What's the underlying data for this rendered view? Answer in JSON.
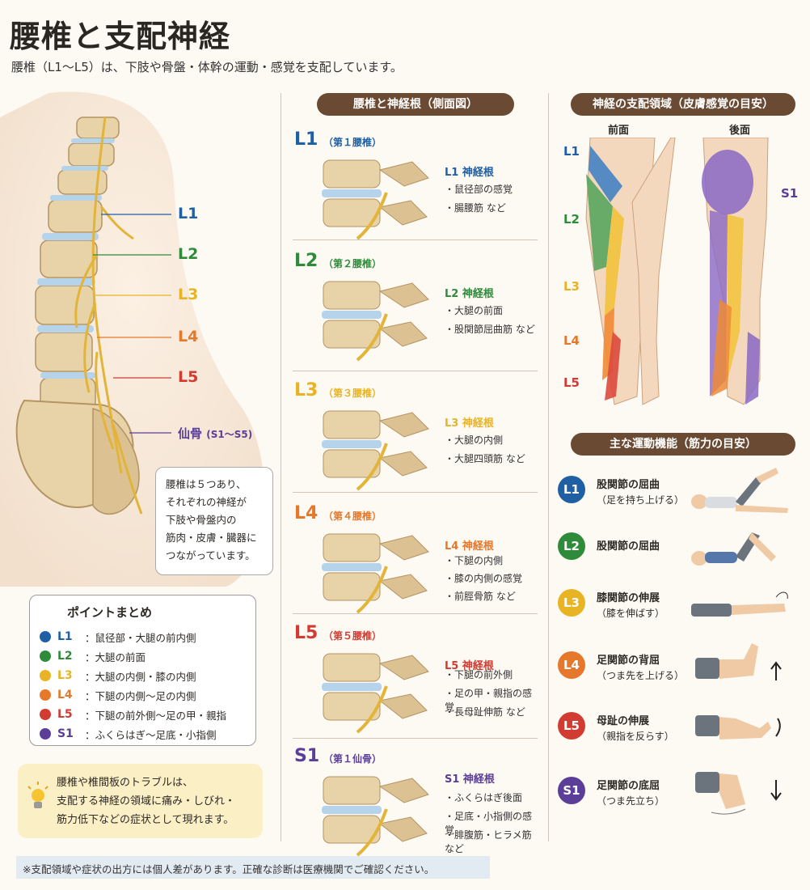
{
  "title": "腰椎と支配神経",
  "subtitle": "腰椎（L1〜L5）は、下肢や骨盤・体幹の運動・感覚を支配しています。",
  "colors": {
    "L1": "#1f5fa3",
    "L2": "#2e8b3a",
    "L3": "#e8b423",
    "L4": "#e5782a",
    "L5": "#d13b32",
    "S1": "#5b3e98",
    "header": "#6b4a33"
  },
  "spine_labels": [
    "L1",
    "L2",
    "L3",
    "L4",
    "L5"
  ],
  "sacrum_label": "仙骨",
  "sacrum_range": "(S1〜S5)",
  "note": [
    "腰椎は５つあり、",
    "それぞれの神経が",
    "下肢や骨盤内の",
    "筋肉・皮膚・臓器に",
    "つながっています。"
  ],
  "points": {
    "title": "ポイントまとめ",
    "items": [
      {
        "code": "L1",
        "text": "：鼠径部・大腿の前内側"
      },
      {
        "code": "L2",
        "text": "：大腿の前面"
      },
      {
        "code": "L3",
        "text": "：大腿の内側・膝の内側"
      },
      {
        "code": "L4",
        "text": "：下腿の内側〜足の内側"
      },
      {
        "code": "L5",
        "text": "：下腿の前外側〜足の甲・親指"
      },
      {
        "code": "S1",
        "text": "：ふくらはぎ〜足底・小指側"
      }
    ]
  },
  "warning": [
    "腰椎や椎間板のトラブルは、",
    "支配する神経の領域に痛み・しびれ・",
    "筋力低下などの症状として現れます。"
  ],
  "footer": "※支配領域や症状の出方には個人差があります。正確な診断は医療機関でご確認ください。",
  "middle": {
    "header": "腰椎と神経根（側面図）",
    "rows": [
      {
        "code": "L1",
        "sub": "（第１腰椎）",
        "nerve": "L1 神経根",
        "functions": [
          "・鼠径部の感覚",
          "・腸腰筋 など"
        ]
      },
      {
        "code": "L2",
        "sub": "（第２腰椎）",
        "nerve": "L2 神経根",
        "functions": [
          "・大腿の前面",
          "・股関節屈曲筋 など"
        ]
      },
      {
        "code": "L3",
        "sub": "（第３腰椎）",
        "nerve": "L3 神経根",
        "functions": [
          "・大腿の内側",
          "・大腿四頭筋 など"
        ]
      },
      {
        "code": "L4",
        "sub": "（第４腰椎）",
        "nerve": "L4 神経根",
        "functions": [
          "・下腿の内側",
          "・膝の内側の感覚",
          "・前脛骨筋 など"
        ]
      },
      {
        "code": "L5",
        "sub": "（第５腰椎）",
        "nerve": "L5 神経根",
        "functions": [
          "・下腿の前外側",
          "・足の甲・親指の感覚",
          "・長母趾伸筋 など"
        ]
      },
      {
        "code": "S1",
        "sub": "（第１仙骨）",
        "nerve": "S1 神経根",
        "functions": [
          "・ふくらはぎ後面",
          "・足底・小指側の感覚",
          "・腓腹筋・ヒラメ筋 など"
        ]
      }
    ]
  },
  "dermatome": {
    "header": "神経の支配領域（皮膚感覚の目安）",
    "front": "前面",
    "back": "後面",
    "codes": [
      "L1",
      "L2",
      "L3",
      "L4",
      "L5"
    ],
    "back_code": "S1"
  },
  "motor": {
    "header": "主な運動機能（筋力の目安）",
    "rows": [
      {
        "code": "L1",
        "title": "股関節の屈曲",
        "sub": "（足を持ち上げる）"
      },
      {
        "code": "L2",
        "title": "股関節の屈曲",
        "sub": ""
      },
      {
        "code": "L3",
        "title": "膝関節の伸展",
        "sub": "（膝を伸ばす）"
      },
      {
        "code": "L4",
        "title": "足関節の背屈",
        "sub": "（つま先を上げる）"
      },
      {
        "code": "L5",
        "title": "母趾の伸展",
        "sub": "（親指を反らす）"
      },
      {
        "code": "S1",
        "title": "足関節の底屈",
        "sub": "（つま先立ち）"
      }
    ]
  }
}
